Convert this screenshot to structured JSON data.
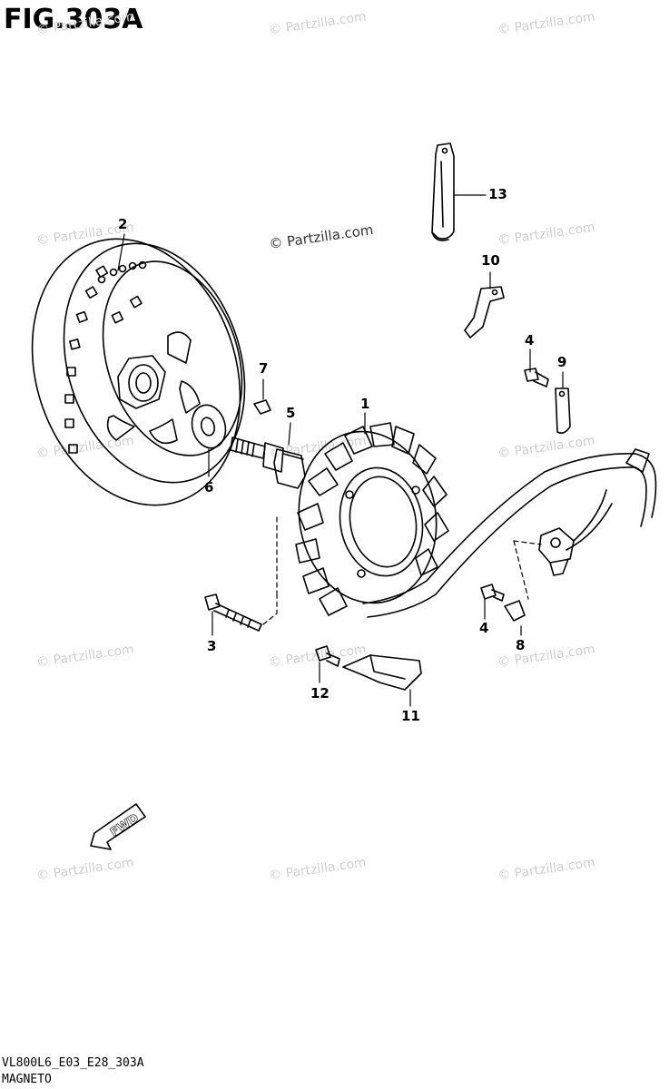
{
  "figure": {
    "title": "FIG.303A"
  },
  "watermark": {
    "text": "© Partzilla.com"
  },
  "callouts": [
    "1",
    "2",
    "3",
    "4",
    "4",
    "5",
    "6",
    "7",
    "8",
    "9",
    "10",
    "11",
    "12",
    "13"
  ],
  "fwd_label": "FWD",
  "footer": {
    "code": "VL800L6_E03_E28_303A",
    "name": "MAGNETO"
  },
  "colors": {
    "line": "#000000",
    "watermark": "#cfcfcf"
  }
}
